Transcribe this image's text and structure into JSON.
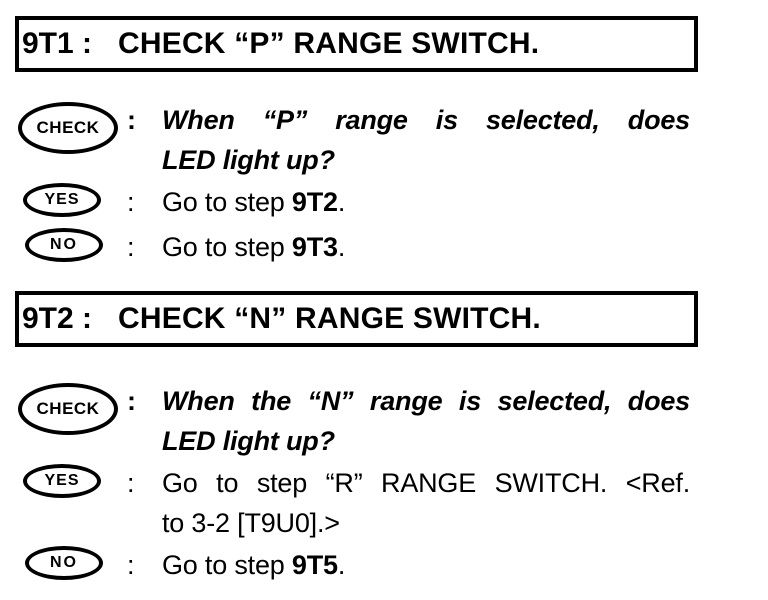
{
  "colors": {
    "ink": "#000000",
    "paper": "#ffffff"
  },
  "sections": [
    {
      "id": "9T1 :",
      "title": "CHECK “P” RANGE SWITCH.",
      "check": {
        "badge": "CHECK",
        "colon": ":",
        "lines": [
          "When “P” range is selected, does",
          "LED light up?"
        ]
      },
      "yes": {
        "badge": "YES",
        "colon": ":",
        "prefix": "Go to step ",
        "target": "9T2",
        "suffix": "."
      },
      "no": {
        "badge": "NO",
        "colon": ":",
        "prefix": "Go to step ",
        "target": "9T3",
        "suffix": "."
      }
    },
    {
      "id": "9T2 :",
      "title": "CHECK “N” RANGE SWITCH.",
      "check": {
        "badge": "CHECK",
        "colon": ":",
        "lines": [
          "When the “N” range is selected, does",
          "LED light up?"
        ]
      },
      "yes": {
        "badge": "YES",
        "colon": ":",
        "lines": [
          "Go to step “R” RANGE SWITCH. <Ref.",
          "to 3-2 [T9U0].>"
        ]
      },
      "no": {
        "badge": "NO",
        "colon": ":",
        "prefix": "Go to step ",
        "target": "9T5",
        "suffix": "."
      }
    }
  ]
}
